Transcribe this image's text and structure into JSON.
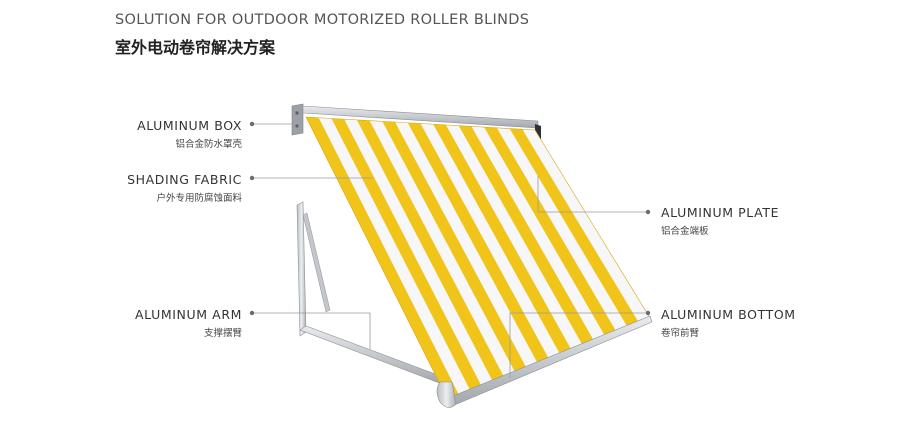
{
  "header": {
    "title_en": "SOLUTION FOR OUTDOOR MOTORIZED ROLLER BLINDS",
    "title_zh": "室外电动卷帘解决方案"
  },
  "callouts": {
    "box": {
      "en": "ALUMINUM BOX",
      "zh": "铝合金防水罩壳"
    },
    "fabric": {
      "en": "SHADING FABRIC",
      "zh": "户外专用防腐蚀面料"
    },
    "arm": {
      "en": "ALUMINUM ARM",
      "zh": "支撑摆臂"
    },
    "plate": {
      "en": "ALUMINUM PLATE",
      "zh": "铝合金端板"
    },
    "bottom": {
      "en": "ALUMINUM BOTTOM",
      "zh": "卷帘前臂"
    }
  },
  "colors": {
    "stripe_yellow": "#f0c419",
    "stripe_white": "#f7f7fa",
    "aluminum": "#c9ccd0",
    "leader_line": "#9a9a9a",
    "dot": "#6b6b6b"
  }
}
